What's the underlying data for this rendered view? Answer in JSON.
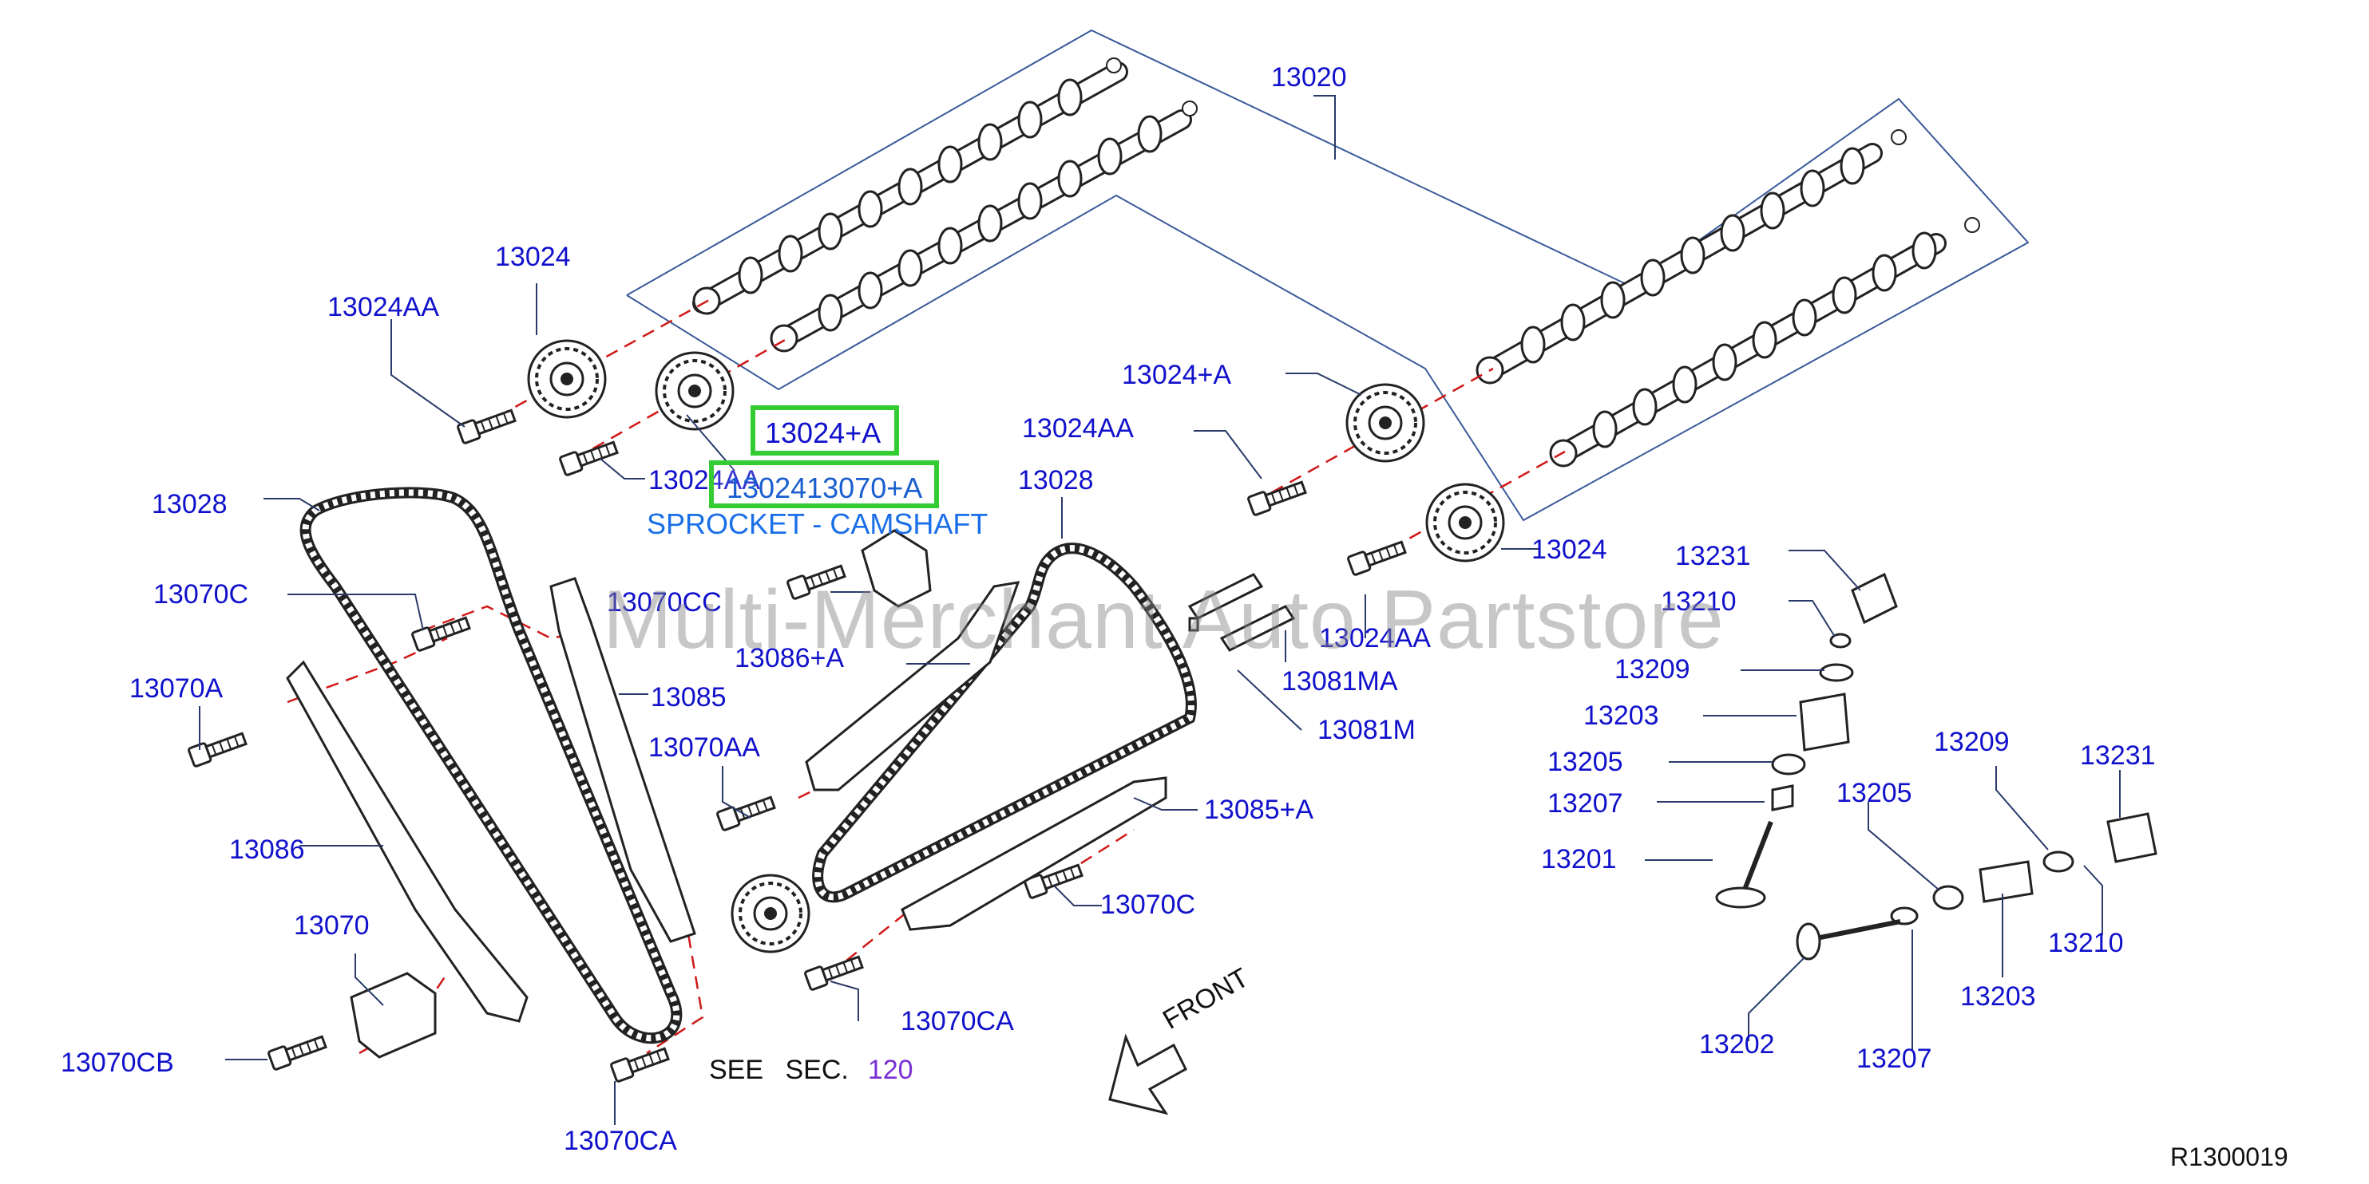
{
  "labels": [
    {
      "id": "13020",
      "text": "13020"
    },
    {
      "id": "13024_top",
      "text": "13024"
    },
    {
      "id": "13024AA_top",
      "text": "13024AA"
    },
    {
      "id": "13024AA_mid",
      "text": "13024AA"
    },
    {
      "id": "13028_left",
      "text": "13028"
    },
    {
      "id": "13070C_left",
      "text": "13070C"
    },
    {
      "id": "13070CC",
      "text": "13070CC"
    },
    {
      "id": "13086A",
      "text": "13086+A"
    },
    {
      "id": "13085",
      "text": "13085"
    },
    {
      "id": "13070A",
      "text": "13070A"
    },
    {
      "id": "13070AA",
      "text": "13070AA"
    },
    {
      "id": "13086",
      "text": "13086"
    },
    {
      "id": "13070",
      "text": "13070"
    },
    {
      "id": "13070CB",
      "text": "13070CB"
    },
    {
      "id": "13070CA_bottom",
      "text": "13070CA"
    },
    {
      "id": "13070CA_mid",
      "text": "13070CA"
    },
    {
      "id": "13070C_right",
      "text": "13070C"
    },
    {
      "id": "13085A",
      "text": "13085+A"
    },
    {
      "id": "13028_right",
      "text": "13028"
    },
    {
      "id": "13024A_right",
      "text": "13024+A"
    },
    {
      "id": "13024AA_right",
      "text": "13024AA"
    },
    {
      "id": "13024_right",
      "text": "13024"
    },
    {
      "id": "13024AA_right2",
      "text": "13024AA"
    },
    {
      "id": "13081MA",
      "text": "13081MA"
    },
    {
      "id": "13081M",
      "text": "13081M"
    },
    {
      "id": "13231_top",
      "text": "13231"
    },
    {
      "id": "13210_top",
      "text": "13210"
    },
    {
      "id": "13209_top",
      "text": "13209"
    },
    {
      "id": "13203_top",
      "text": "13203"
    },
    {
      "id": "13205_top",
      "text": "13205"
    },
    {
      "id": "13207_top",
      "text": "13207"
    },
    {
      "id": "13201",
      "text": "13201"
    },
    {
      "id": "13209_right",
      "text": "13209"
    },
    {
      "id": "13231_right",
      "text": "13231"
    },
    {
      "id": "13205_right",
      "text": "13205"
    },
    {
      "id": "13210_right",
      "text": "13210"
    },
    {
      "id": "13203_right",
      "text": "13203"
    },
    {
      "id": "13202",
      "text": "13202"
    },
    {
      "id": "13207_bottom",
      "text": "13207"
    }
  ],
  "hotspots": [
    {
      "id": "hs-13024A",
      "text": "13024+A"
    },
    {
      "id": "hs-overlap",
      "text": "1302413070+A"
    }
  ],
  "tooltip": "SPROCKET - CAMSHAFT",
  "watermark": "Multi-Merchant Auto Partstore",
  "see_section": {
    "prefix": "SEE SEC.",
    "number": "120"
  },
  "front_label": "FRONT",
  "ref_code": "R1300019",
  "colors": {
    "label": "#1111cc",
    "line": "#1a1a2e",
    "centerline": "#d01818",
    "hotspot": "#33cc33",
    "tooltip": "#1a6fe8",
    "section": "#7a2fd6"
  }
}
